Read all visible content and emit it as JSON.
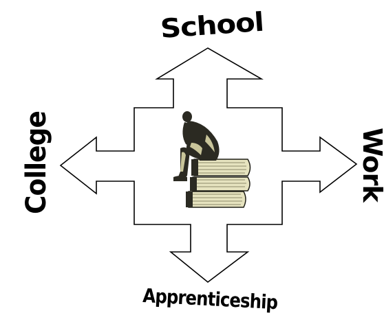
{
  "labels": {
    "top": "School",
    "left": "College",
    "right": "Work",
    "bottom": "Apprenticeship"
  },
  "center_image": "thinker-on-books-icon",
  "colors": {
    "stroke": "#000000",
    "fill": "#ffffff",
    "book_cover": "#e6e3bf",
    "book_edge": "#c9c59a",
    "figure": "#2b2a22"
  }
}
